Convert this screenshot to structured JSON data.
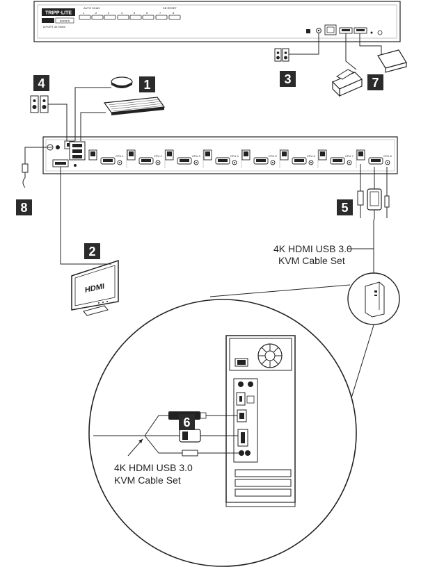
{
  "brand": {
    "logo": "TRIPP·LITE",
    "series": "SERIES",
    "model": "8-PORT 4K HDMI"
  },
  "front_panel": {
    "auto_scan_label": "AUTO SCAN",
    "kb_reset_label": "KB RESET",
    "port_numbers": [
      "1",
      "2",
      "3",
      "4",
      "5",
      "6",
      "7",
      "8"
    ]
  },
  "rear_panel": {
    "port_labels": [
      "CPU 1",
      "CPU 2",
      "CPU 3",
      "CPU 4",
      "CPU 5",
      "CPU 6",
      "CPU 7",
      "CPU 8"
    ]
  },
  "callouts": [
    "1",
    "2",
    "3",
    "4",
    "5",
    "6",
    "7",
    "8"
  ],
  "monitor_label": "HDMI",
  "cable_set_label_top": [
    "4K HDMI USB 3.0",
    "KVM Cable Set"
  ],
  "cable_set_label_bottom": [
    "4K HDMI USB 3.0",
    "KVM Cable Set"
  ],
  "colors": {
    "badge": "#2b2b2b",
    "line": "#222222"
  }
}
